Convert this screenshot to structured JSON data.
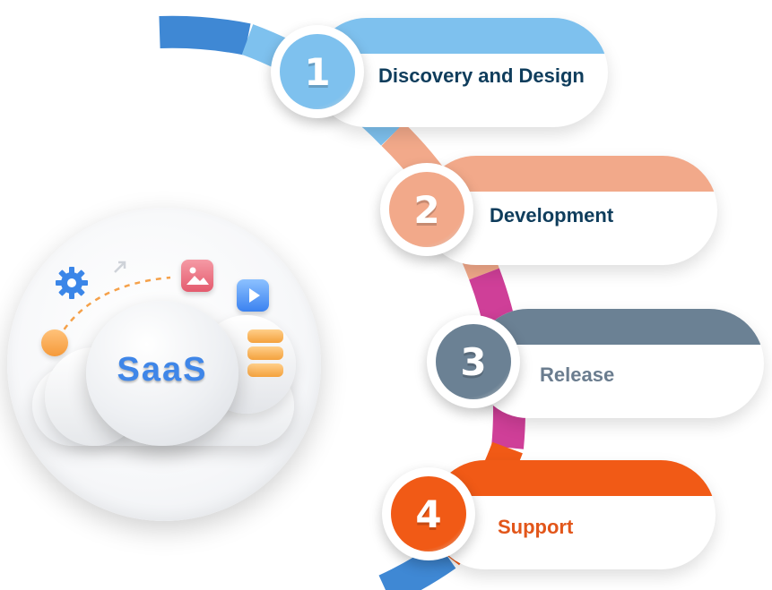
{
  "hub": {
    "label": "SaaS",
    "icons": [
      "gear-icon",
      "image-icon",
      "play-icon",
      "database-icon",
      "arrow-icon"
    ]
  },
  "steps": [
    {
      "number": "1",
      "label": "Discovery and Design",
      "color": "#7ec1ee",
      "text_color": "#0f3d5c"
    },
    {
      "number": "2",
      "label": "Development",
      "color": "#f2a98a",
      "text_color": "#0f3d5c"
    },
    {
      "number": "3",
      "label": "Release",
      "color": "#6b8194",
      "text_color": "#6b7d8f"
    },
    {
      "number": "4",
      "label": "Support",
      "color": "#f15a16",
      "text_color": "#e2561a"
    }
  ],
  "arc_colors": [
    "#3f88d4",
    "#7ec1ee",
    "#f2a98a",
    "#cf3f98",
    "#f15a16",
    "#3f88d4"
  ]
}
